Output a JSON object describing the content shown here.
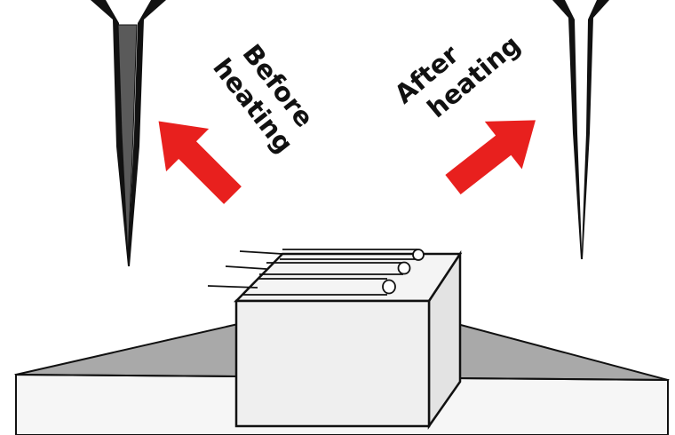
{
  "labels": {
    "before": [
      "Before",
      "heating"
    ],
    "after": [
      "After",
      "heating"
    ]
  },
  "colors": {
    "arrow": "#e8201e",
    "platform_top": "#a9a9a9",
    "platform_side": "#f6f6f6",
    "block_front": "#efefef",
    "block_side": "#e3e3e3",
    "block_top": "#f4f4f4",
    "capillary_before": "#555555",
    "capillary_after": "#1a1a1a",
    "outline": "#111111"
  },
  "icons": {
    "before_arrow": "arrow-up-left",
    "after_arrow": "arrow-up-right"
  }
}
